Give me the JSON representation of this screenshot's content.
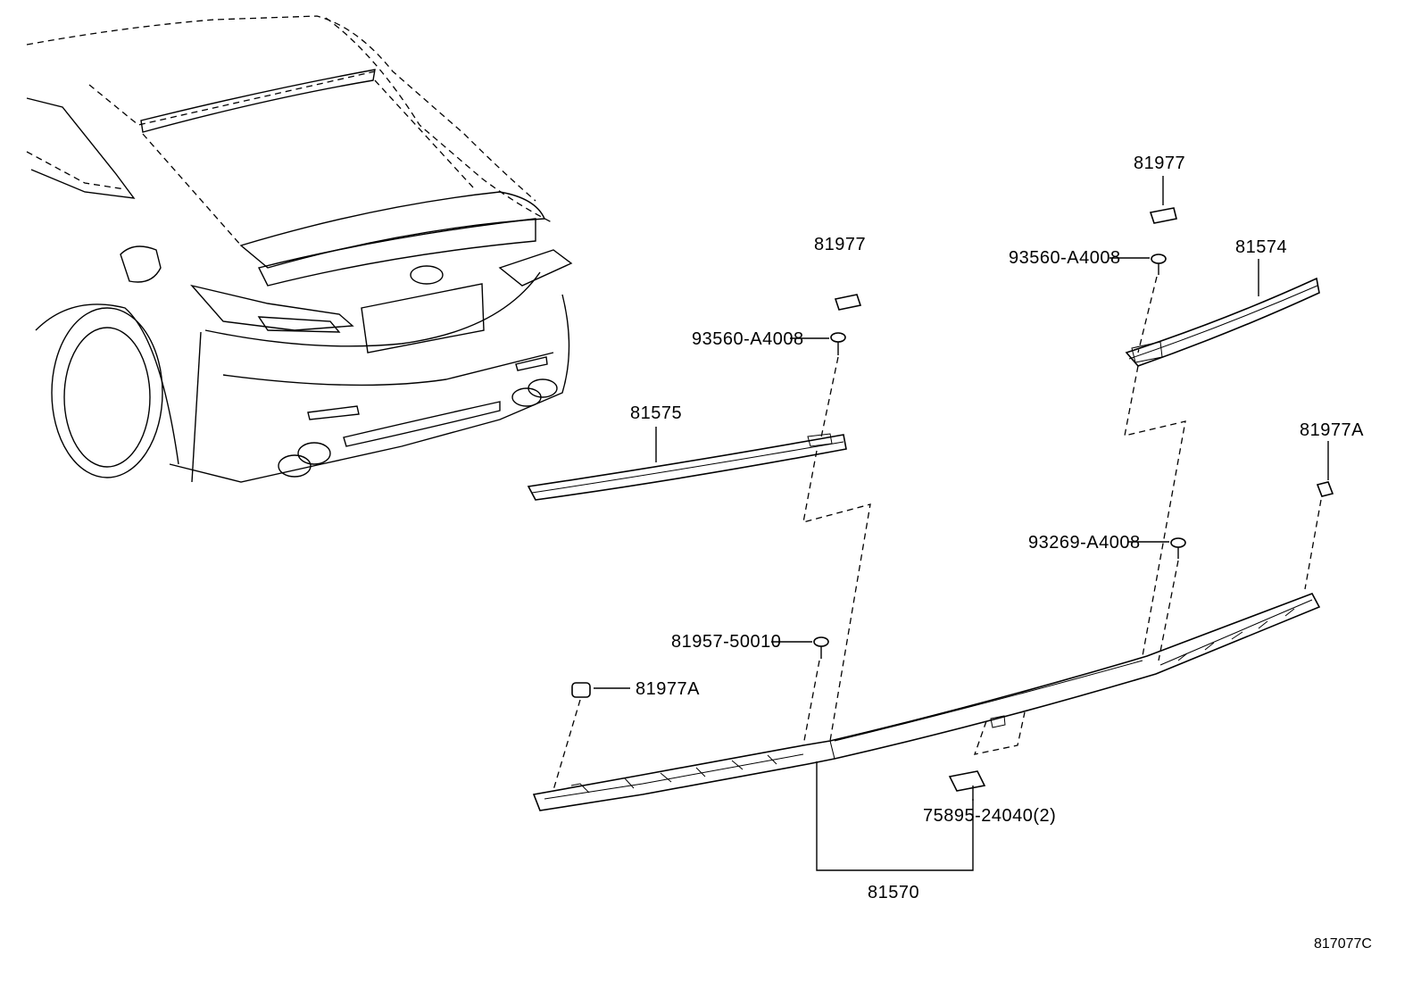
{
  "labels": {
    "clip_left_top": "81977",
    "clip_right_top": "81977",
    "screw_left_top": "93560-A4008",
    "screw_right_top": "93560-A4008",
    "moulding_left": "81575",
    "moulding_right": "81574",
    "clip_right_side": "81977A",
    "screw_right_lower": "93269-A4008",
    "nut_left": "81957-50010",
    "clip_left_lower": "81977A",
    "tape": "75895-24040(2)",
    "lamp_assembly": "81570",
    "diagram_code": "817077C"
  },
  "icons": {
    "car": "car-rear-outline-icon",
    "screw": "screw-icon",
    "clip": "clip-icon",
    "nut": "nut-icon"
  }
}
